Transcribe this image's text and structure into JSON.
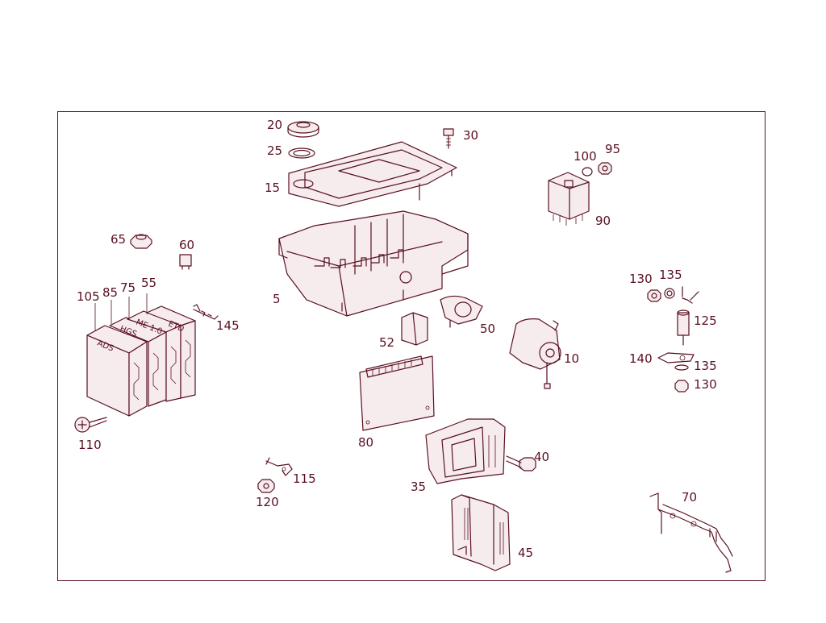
{
  "diagram": {
    "part_numbers": [
      "20",
      "25",
      "15",
      "30",
      "5",
      "65",
      "60",
      "105",
      "85",
      "75",
      "55",
      "145",
      "110",
      "52",
      "50",
      "80",
      "10",
      "35",
      "40",
      "115",
      "120",
      "45",
      "100",
      "95",
      "90",
      "130",
      "135",
      "125",
      "140",
      "135",
      "130",
      "70"
    ],
    "module_markings": [
      "ADS",
      "HGS",
      "ME 1.0",
      "ETD"
    ]
  }
}
